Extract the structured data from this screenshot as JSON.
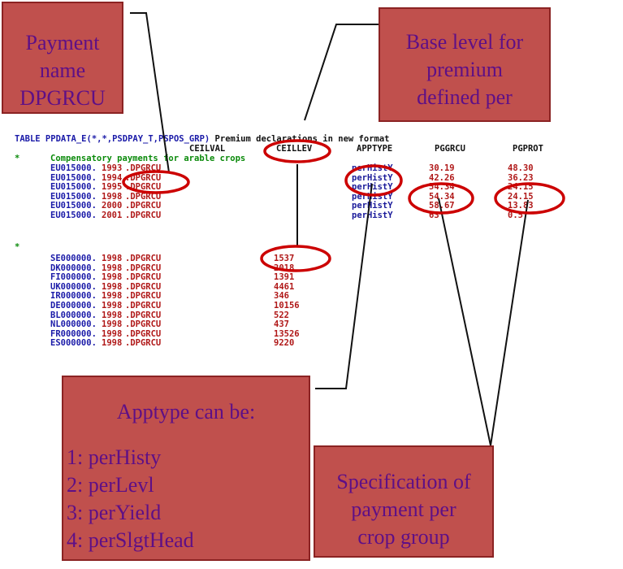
{
  "callouts": {
    "payment_name": {
      "lines": [
        "Payment",
        "name",
        "DPGRCU"
      ]
    },
    "base_level": {
      "lines": [
        "Base level for",
        "premium",
        "defined per"
      ]
    },
    "apptype": {
      "title": "Apptype can be:",
      "items": [
        "1: perHisty",
        "2: perLevl",
        "3: perYield",
        "4: perSlgtHead"
      ]
    },
    "specification": {
      "lines": [
        "Specification of",
        "payment per",
        "crop group"
      ]
    }
  },
  "code": {
    "table_prefix": "TABLE PPDATA_E(*,*,PSDPAY_T,PSPOS_GRP)",
    "table_comment": "Premium declarations in new format",
    "headers": [
      "CEILVAL",
      "CEILLEV",
      "APPTYPE",
      "PGGRCU",
      "PGPROT"
    ],
    "comment_marker": "*",
    "comment_text": "Compensatory payments for arable crops",
    "separator": "*",
    "eu_rows": [
      {
        "region": "EU015000.",
        "year": "1993",
        "item": ".DPGRCU",
        "apptype": "perHistY",
        "pggrcu": "30.19",
        "pgprot": "48.30"
      },
      {
        "region": "EU015000.",
        "year": "1994",
        "item": ".DPGRCU",
        "apptype": "perHistY",
        "pggrcu": "42.26",
        "pgprot": "36.23"
      },
      {
        "region": "EU015000.",
        "year": "1995",
        "item": ".DPGRCU",
        "apptype": "perHistY",
        "pggrcu": "54.34",
        "pgprot": "24.15"
      },
      {
        "region": "EU015000.",
        "year": "1998",
        "item": ".DPGRCU",
        "apptype": "perHistY",
        "pggrcu": "54.34",
        "pgprot": "24.15"
      },
      {
        "region": "EU015000.",
        "year": "2000",
        "item": ".DPGRCU",
        "apptype": "perHistY",
        "pggrcu": "58.67",
        "pgprot": "13.83"
      },
      {
        "region": "EU015000.",
        "year": "2001",
        "item": ".DPGRCU",
        "apptype": "perHistY",
        "pggrcu": "63",
        "pgprot": "0.5"
      }
    ],
    "country_rows": [
      {
        "region": "SE000000.",
        "year": "1998",
        "item": ".DPGRCU",
        "ceilval": "1537"
      },
      {
        "region": "DK000000.",
        "year": "1998",
        "item": ".DPGRCU",
        "ceilval": "2018"
      },
      {
        "region": "FI000000.",
        "year": "1998",
        "item": ".DPGRCU",
        "ceilval": "1391"
      },
      {
        "region": "UK000000.",
        "year": "1998",
        "item": ".DPGRCU",
        "ceilval": "4461"
      },
      {
        "region": "IR000000.",
        "year": "1998",
        "item": ".DPGRCU",
        "ceilval": "346"
      },
      {
        "region": "DE000000.",
        "year": "1998",
        "item": ".DPGRCU",
        "ceilval": "10156"
      },
      {
        "region": "BL000000.",
        "year": "1998",
        "item": ".DPGRCU",
        "ceilval": "522"
      },
      {
        "region": "NL000000.",
        "year": "1998",
        "item": ".DPGRCU",
        "ceilval": "437"
      },
      {
        "region": "FR000000.",
        "year": "1998",
        "item": ".DPGRCU",
        "ceilval": "13526"
      },
      {
        "region": "ES000000.",
        "year": "1998",
        "item": ".DPGRCU",
        "ceilval": "9220"
      }
    ]
  },
  "colors": {
    "callout_fill": "#c0504d",
    "callout_text": "#5e0f86",
    "highlight_ring": "#cc0000",
    "keyword_blue": "#1a1aa8",
    "comment_green": "#0a8a0a",
    "value_red": "#b01818"
  }
}
